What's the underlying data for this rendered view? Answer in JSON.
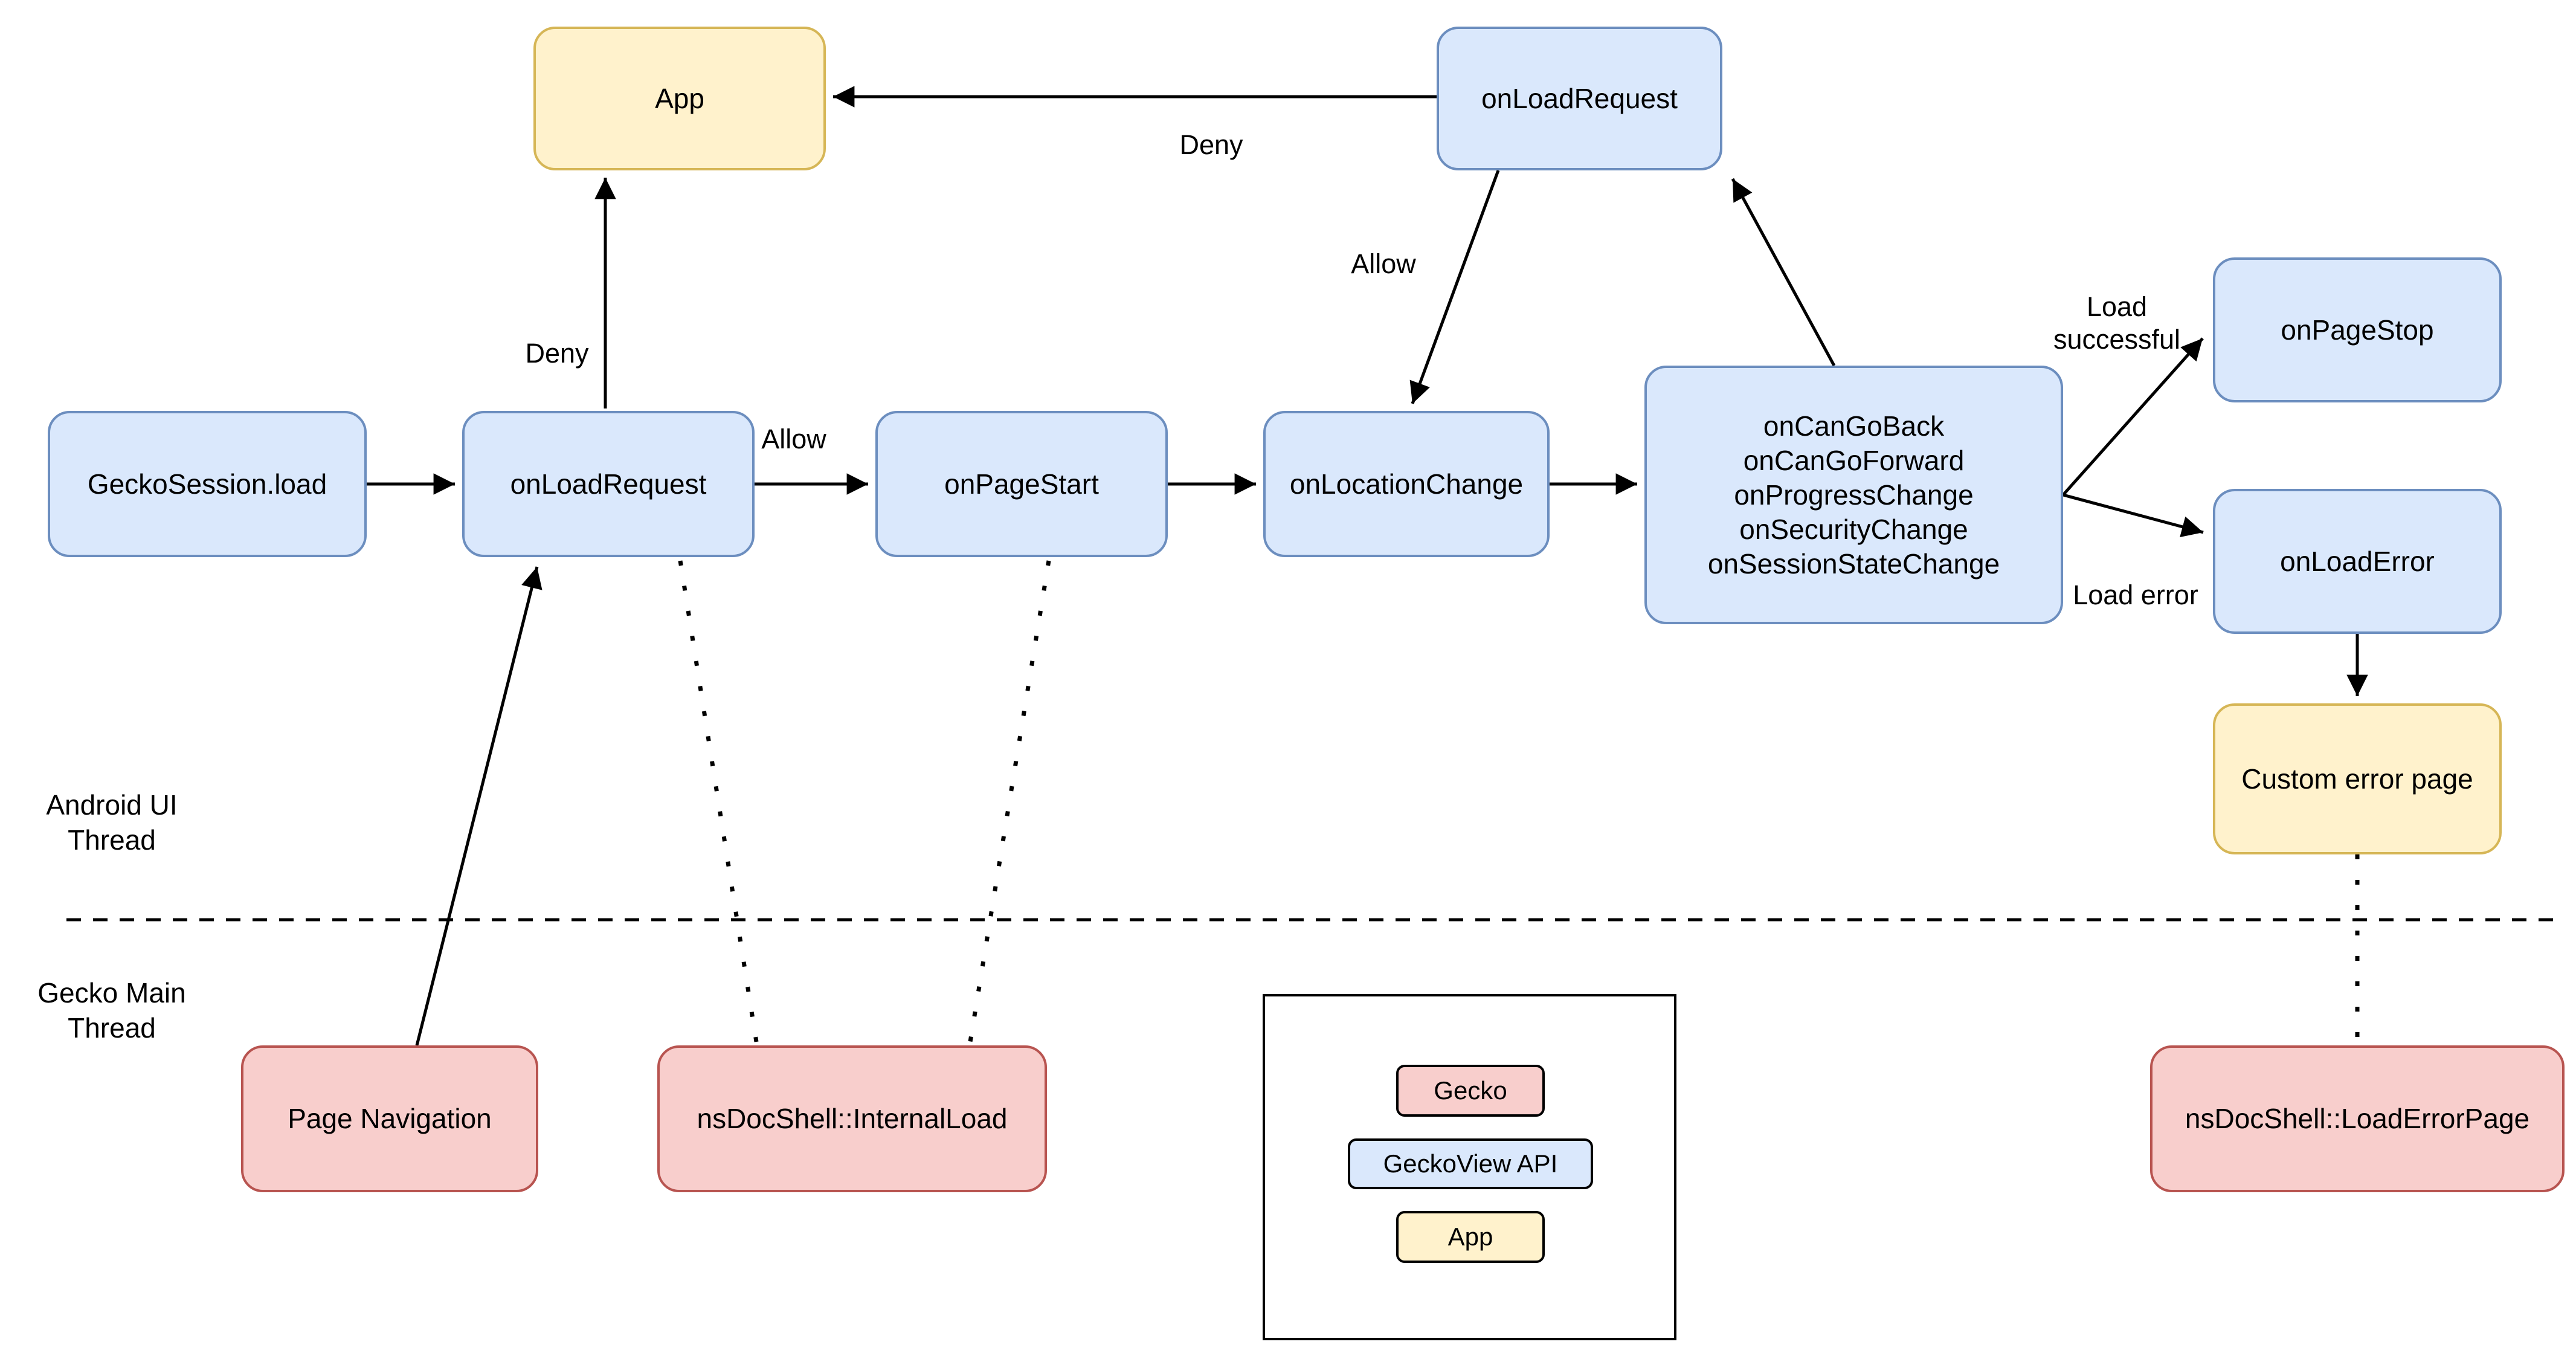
{
  "diagram": {
    "nodes": {
      "app_top": {
        "label": "App"
      },
      "on_load_request_top": {
        "label": "onLoadRequest"
      },
      "gecko_session_load": {
        "label": "GeckoSession.load"
      },
      "on_load_request": {
        "label": "onLoadRequest"
      },
      "on_page_start": {
        "label": "onPageStart"
      },
      "on_location_change": {
        "label": "onLocationChange"
      },
      "state_change_group": {
        "lines": [
          "onCanGoBack",
          "onCanGoForward",
          "onProgressChange",
          "onSecurityChange",
          "onSessionStateChange"
        ]
      },
      "on_page_stop": {
        "label": "onPageStop"
      },
      "on_load_error": {
        "label": "onLoadError"
      },
      "custom_error_page": {
        "label": "Custom error page"
      },
      "page_navigation": {
        "label": "Page Navigation"
      },
      "ns_docshell_internal_load": {
        "label": "nsDocShell::InternalLoad"
      },
      "ns_docshell_load_error_page": {
        "label": "nsDocShell::LoadErrorPage"
      }
    },
    "edge_labels": {
      "deny_top": "Deny",
      "allow_top": "Allow",
      "deny_mid": "Deny",
      "allow_mid": "Allow",
      "load_successful_line1": "Load",
      "load_successful_line2": "successful",
      "load_error": "Load error"
    },
    "lanes": {
      "android_ui_line1": "Android UI",
      "android_ui_line2": "Thread",
      "gecko_main_line1": "Gecko Main",
      "gecko_main_line2": "Thread"
    },
    "legend": {
      "items": [
        {
          "label": "Gecko",
          "kind": "gecko"
        },
        {
          "label": "GeckoView API",
          "kind": "geckoview-api"
        },
        {
          "label": "App",
          "kind": "app"
        }
      ]
    },
    "colors": {
      "gecko_fill": "#F8CECC",
      "gecko_stroke": "#B85450",
      "geckoview_fill": "#DAE8FC",
      "geckoview_stroke": "#6C8EBF",
      "app_fill": "#FFF2CC",
      "app_stroke": "#D6B656",
      "line": "#000000"
    }
  }
}
